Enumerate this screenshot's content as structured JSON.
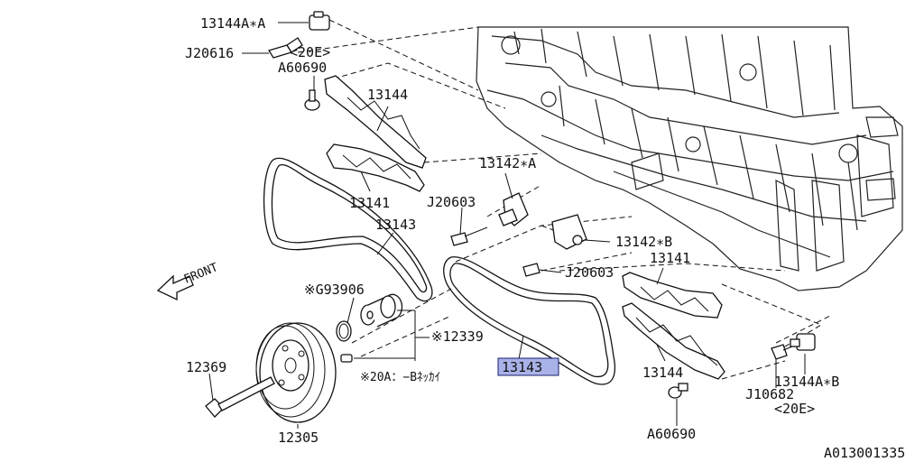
{
  "diagram_id": "A013001335",
  "highlight_color": "#a9b2e8",
  "front_label": "FRONT",
  "labels": {
    "p13144A_A": "13144A∗A",
    "pJ20616": "J20616",
    "p20E_top": "<20E>",
    "pA60690_top": "A60690",
    "p13144_top": "13144",
    "p13141_left": "13141",
    "p13143_left": "13143",
    "p13142_A": "13142∗A",
    "pJ20603_top": "J20603",
    "p13142_B": "13142∗B",
    "pJ20603_mid": "J20603",
    "p13141_right": "13141",
    "pG93906": "※G93906",
    "p12339": "※12339",
    "p20A": "※20A：−Bﾈｯｶｲ",
    "p12369": "12369",
    "p13143_hl": "13143",
    "p13144_right": "13144",
    "p13144A_B": "13144A∗B",
    "pJ10682": "J10682",
    "p20E_bottom": "<20E>",
    "pA60690_bottom": "A60690",
    "p12305": "12305"
  }
}
